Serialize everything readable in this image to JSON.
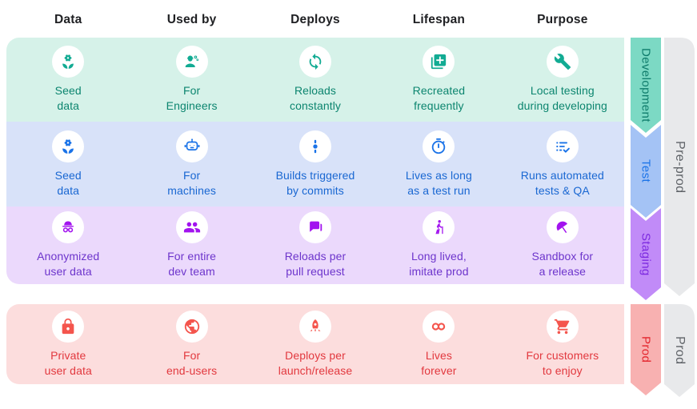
{
  "header": {
    "columns": [
      "Data",
      "Used by",
      "Deploys",
      "Lifespan",
      "Purpose"
    ]
  },
  "rows": [
    {
      "label": "Development",
      "bg": "#d6f2e9",
      "icon_color": "#12ab93",
      "text_color": "#0c856f",
      "ribbon_color": "#7cd9c4",
      "ribbon_label_color": "#0e7c6b",
      "cells": [
        {
          "icon": "seed-icon",
          "line1": "Seed",
          "line2": "data"
        },
        {
          "icon": "engineer-icon",
          "line1": "For",
          "line2": "Engineers"
        },
        {
          "icon": "sync-icon",
          "line1": "Reloads",
          "line2": "constantly"
        },
        {
          "icon": "library-add-icon",
          "line1": "Recreated",
          "line2": "frequently"
        },
        {
          "icon": "wrench-icon",
          "line1": "Local testing",
          "line2": "during developing"
        }
      ]
    },
    {
      "label": "Test",
      "bg": "#d8e2f9",
      "icon_color": "#1a73e8",
      "text_color": "#1967d2",
      "ribbon_color": "#a4c3f5",
      "ribbon_label_color": "#1a73e8",
      "cells": [
        {
          "icon": "seed-icon",
          "line1": "Seed",
          "line2": "data"
        },
        {
          "icon": "robot-icon",
          "line1": "For",
          "line2": "machines"
        },
        {
          "icon": "commit-icon",
          "line1": "Builds triggered",
          "line2": "by commits"
        },
        {
          "icon": "timer-icon",
          "line1": "Lives as long",
          "line2": "as a test run"
        },
        {
          "icon": "checklist-icon",
          "line1": "Runs automated",
          "line2": "tests & QA"
        }
      ]
    },
    {
      "label": "Staging",
      "bg": "#ebd9fc",
      "icon_color": "#a213ef",
      "text_color": "#6d35cc",
      "ribbon_color": "#c18bf8",
      "ribbon_label_color": "#7d2ae0",
      "cells": [
        {
          "icon": "incognito-icon",
          "line1": "Anonymized",
          "line2": "user data"
        },
        {
          "icon": "group-icon",
          "line1": "For entire",
          "line2": "dev team"
        },
        {
          "icon": "chat-icon",
          "line1": "Reloads per",
          "line2": "pull request"
        },
        {
          "icon": "hiking-icon",
          "line1": "Long lived,",
          "line2": "imitate prod"
        },
        {
          "icon": "umbrella-icon",
          "line1": "Sandbox for",
          "line2": "a release"
        }
      ]
    },
    {
      "label": "Prod",
      "bg": "#fcdddd",
      "icon_color": "#f4554d",
      "text_color": "#e2383e",
      "ribbon_color": "#f8b1b1",
      "ribbon_label_color": "#e3242c",
      "cells": [
        {
          "icon": "lock-icon",
          "line1": "Private",
          "line2": "user data"
        },
        {
          "icon": "globe-icon",
          "line1": "For",
          "line2": "end-users"
        },
        {
          "icon": "rocket-icon",
          "line1": "Deploys per",
          "line2": "launch/release"
        },
        {
          "icon": "infinity-icon",
          "line1": "Lives",
          "line2": "forever"
        },
        {
          "icon": "cart-icon",
          "line1": "For customers",
          "line2": "to enjoy"
        }
      ]
    }
  ],
  "side": {
    "preprod_label": "Pre-prod",
    "prod_label": "Prod",
    "ribbon_color": "#e8e9eb",
    "label_color": "#5f6368"
  }
}
